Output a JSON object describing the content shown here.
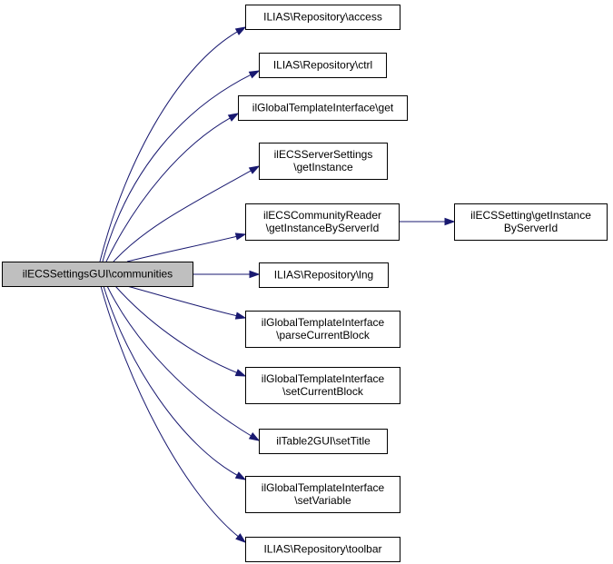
{
  "diagram": {
    "root": {
      "id": "root",
      "lines": [
        "ilECSSettingsGUI\\communities"
      ],
      "highlighted": true
    },
    "nodes": [
      {
        "id": "access",
        "lines": [
          "ILIAS\\Repository\\access"
        ]
      },
      {
        "id": "ctrl",
        "lines": [
          "ILIAS\\Repository\\ctrl"
        ]
      },
      {
        "id": "get",
        "lines": [
          "ilGlobalTemplateInterface\\get"
        ]
      },
      {
        "id": "getInstance",
        "lines": [
          "ilECSServerSettings",
          "\\getInstance"
        ]
      },
      {
        "id": "getInstanceByServerId",
        "lines": [
          "ilECSCommunityReader",
          "\\getInstanceByServerId"
        ]
      },
      {
        "id": "settingGetInstance",
        "lines": [
          "ilECSSetting\\getInstance",
          "ByServerId"
        ]
      },
      {
        "id": "lng",
        "lines": [
          "ILIAS\\Repository\\lng"
        ]
      },
      {
        "id": "parseCurrentBlock",
        "lines": [
          "ilGlobalTemplateInterface",
          "\\parseCurrentBlock"
        ]
      },
      {
        "id": "setCurrentBlock",
        "lines": [
          "ilGlobalTemplateInterface",
          "\\setCurrentBlock"
        ]
      },
      {
        "id": "setTitle",
        "lines": [
          "ilTable2GUI\\setTitle"
        ]
      },
      {
        "id": "setVariable",
        "lines": [
          "ilGlobalTemplateInterface",
          "\\setVariable"
        ]
      },
      {
        "id": "toolbar",
        "lines": [
          "ILIAS\\Repository\\toolbar"
        ]
      }
    ],
    "edges": [
      {
        "from": "root",
        "to": "access"
      },
      {
        "from": "root",
        "to": "ctrl"
      },
      {
        "from": "root",
        "to": "get"
      },
      {
        "from": "root",
        "to": "getInstance"
      },
      {
        "from": "root",
        "to": "getInstanceByServerId"
      },
      {
        "from": "root",
        "to": "lng"
      },
      {
        "from": "root",
        "to": "parseCurrentBlock"
      },
      {
        "from": "root",
        "to": "setCurrentBlock"
      },
      {
        "from": "root",
        "to": "setTitle"
      },
      {
        "from": "root",
        "to": "setVariable"
      },
      {
        "from": "root",
        "to": "toolbar"
      },
      {
        "from": "getInstanceByServerId",
        "to": "settingGetInstance"
      }
    ],
    "colors": {
      "edge": "#191970",
      "node_fill": "#ffffff",
      "root_fill": "#bfbfbf",
      "border": "#000000"
    }
  }
}
